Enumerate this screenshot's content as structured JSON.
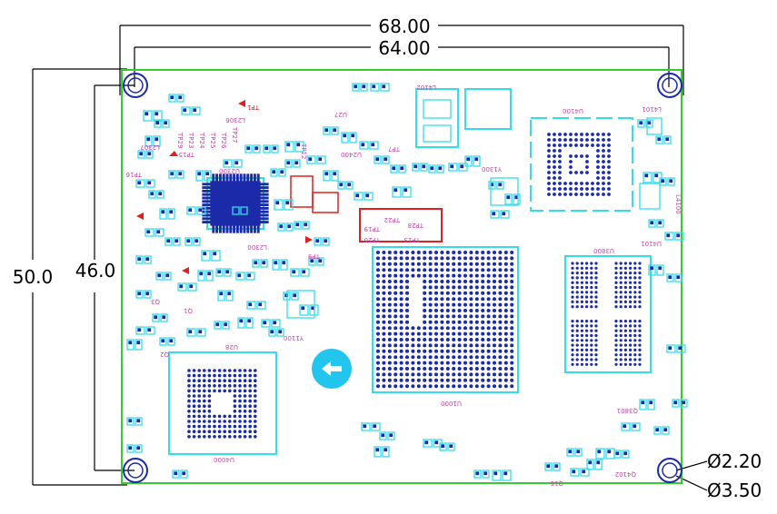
{
  "dimensions": {
    "overall_width": "68.00",
    "hole_span_width": "64.00",
    "overall_height": "50.0",
    "hole_span_height": "46.0",
    "hole_diameter": "Ø2.20",
    "pad_diameter": "Ø3.50"
  },
  "components": [
    {
      "name": "U2300",
      "ref": "U2300"
    },
    {
      "name": "U4100",
      "ref": "U4100"
    },
    {
      "name": "U3800",
      "ref": "U3800"
    },
    {
      "name": "U1000",
      "ref": "U1000"
    },
    {
      "name": "U4000",
      "ref": "U4000"
    },
    {
      "name": "U28",
      "ref": "U28"
    },
    {
      "name": "U27",
      "ref": "U27"
    },
    {
      "name": "U2400",
      "ref": "U2400"
    },
    {
      "name": "Y1300",
      "ref": "Y1300"
    },
    {
      "name": "Y1100",
      "ref": "Y1100"
    },
    {
      "name": "L4102",
      "ref": "L4102"
    },
    {
      "name": "L4101",
      "ref": "L4101"
    },
    {
      "name": "L4100",
      "ref": "L4100"
    },
    {
      "name": "U4101",
      "ref": "U4101"
    },
    {
      "name": "L2306",
      "ref": "L2306"
    },
    {
      "name": "L2307",
      "ref": "L2307"
    },
    {
      "name": "L2300",
      "ref": "L2300"
    },
    {
      "name": "Q3801",
      "ref": "Q3801"
    },
    {
      "name": "Q4102",
      "ref": "Q4102"
    },
    {
      "name": "Q16",
      "ref": "Q16"
    },
    {
      "name": "Q1",
      "ref": "Q1"
    },
    {
      "name": "Q3",
      "ref": "Q3"
    },
    {
      "name": "Q2",
      "ref": "Q2"
    }
  ],
  "test_points": [
    "TP1",
    "TP16",
    "TP15",
    "TP29",
    "TP23",
    "TP24",
    "TP25",
    "TP26",
    "TP27",
    "TP19",
    "TP20",
    "TP22",
    "TP28",
    "TP13",
    "TP9",
    "TP7",
    "TP12"
  ],
  "colors": {
    "board_outline": "#33cc33",
    "pads": "#33ddee",
    "bga_balls": "#1a2aa8",
    "silkscreen": "#c04aa0",
    "highlight": "#e02020",
    "dimension_lines": "#000000"
  }
}
